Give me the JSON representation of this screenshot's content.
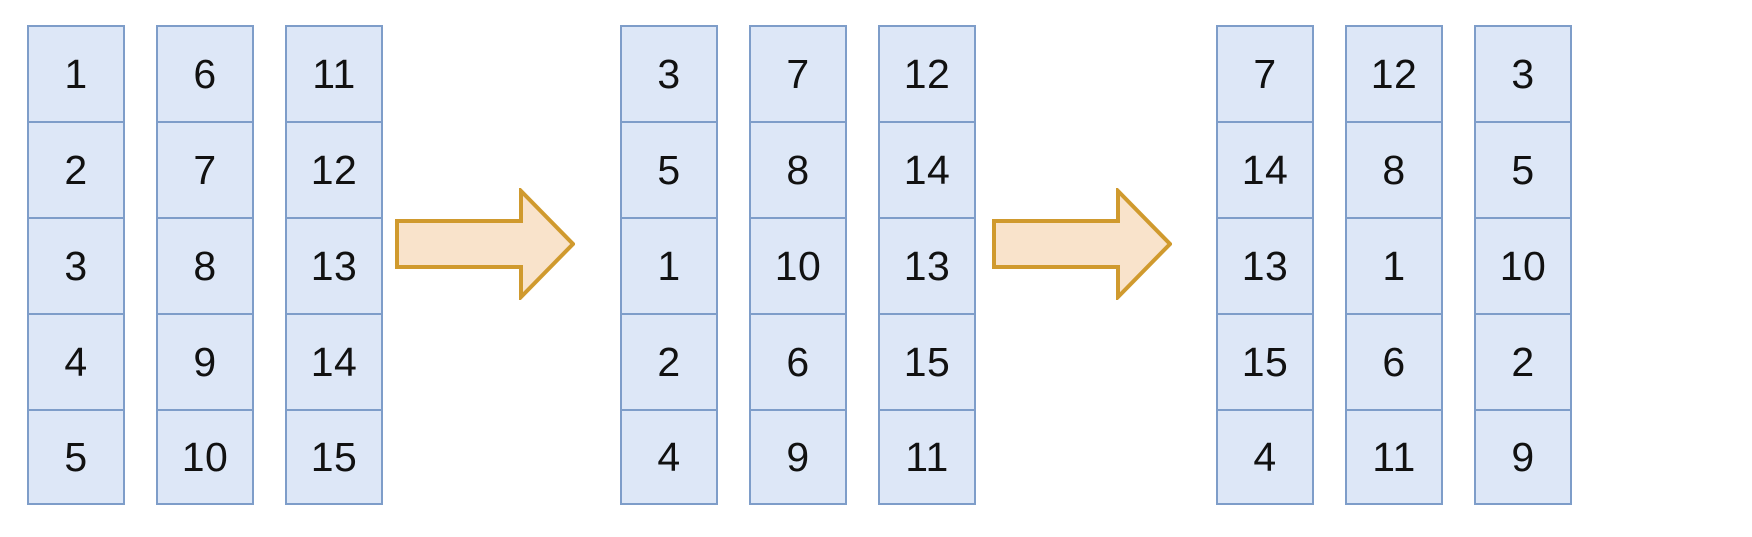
{
  "diagram": {
    "title": "matrix-transformation-sequence",
    "colors": {
      "cell_fill": "#dde7f7",
      "cell_border": "#7e9dc9",
      "cell_text": "#111111",
      "arrow_fill": "#f9e3cb",
      "arrow_stroke": "#d09a2e",
      "background": "#ffffff"
    },
    "groups": [
      {
        "name": "group-1",
        "columns": [
          {
            "name": "column-1",
            "values": [
              "1",
              "2",
              "3",
              "4",
              "5"
            ]
          },
          {
            "name": "column-2",
            "values": [
              "6",
              "7",
              "8",
              "9",
              "10"
            ]
          },
          {
            "name": "column-3",
            "values": [
              "11",
              "12",
              "13",
              "14",
              "15"
            ]
          }
        ]
      },
      {
        "name": "group-2",
        "columns": [
          {
            "name": "column-1",
            "values": [
              "3",
              "5",
              "1",
              "2",
              "4"
            ]
          },
          {
            "name": "column-2",
            "values": [
              "7",
              "8",
              "10",
              "6",
              "9"
            ]
          },
          {
            "name": "column-3",
            "values": [
              "12",
              "14",
              "13",
              "15",
              "11"
            ]
          }
        ]
      },
      {
        "name": "group-3",
        "columns": [
          {
            "name": "column-1",
            "values": [
              "7",
              "14",
              "13",
              "15",
              "4"
            ]
          },
          {
            "name": "column-2",
            "values": [
              "12",
              "8",
              "1",
              "6",
              "11"
            ]
          },
          {
            "name": "column-3",
            "values": [
              "3",
              "5",
              "10",
              "2",
              "9"
            ]
          }
        ]
      }
    ],
    "arrows": [
      {
        "name": "arrow-1",
        "direction": "right"
      },
      {
        "name": "arrow-2",
        "direction": "right"
      }
    ]
  }
}
